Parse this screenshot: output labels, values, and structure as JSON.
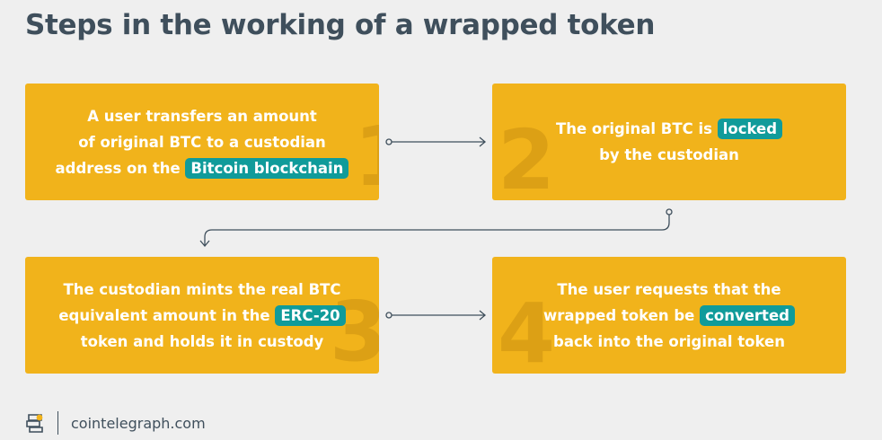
{
  "title": "Steps in the working of a wrapped token",
  "colors": {
    "box": "#f1b31b",
    "highlight": "#109b9a",
    "text": "#3f4f5c"
  },
  "steps": [
    {
      "number": "1",
      "line1": "A user transfers an amount",
      "line2": "of original BTC to a custodian",
      "line3_pre": "address on the",
      "highlight": "Bitcoin blockchain"
    },
    {
      "number": "2",
      "line1_pre": "The original BTC is",
      "highlight": "locked",
      "line2": "by the custodian"
    },
    {
      "number": "3",
      "line1": "The custodian mints the real BTC",
      "line2_pre": "equivalent amount in the",
      "highlight": "ERC-20",
      "line3": "token and holds it in custody"
    },
    {
      "number": "4",
      "line1": "The user requests that the",
      "line2_pre": "wrapped token be",
      "highlight": "converted",
      "line3": "back into the original token"
    }
  ],
  "footer": {
    "logo_icon": "cointelegraph-logo-icon",
    "brand": "cointelegraph.com"
  }
}
